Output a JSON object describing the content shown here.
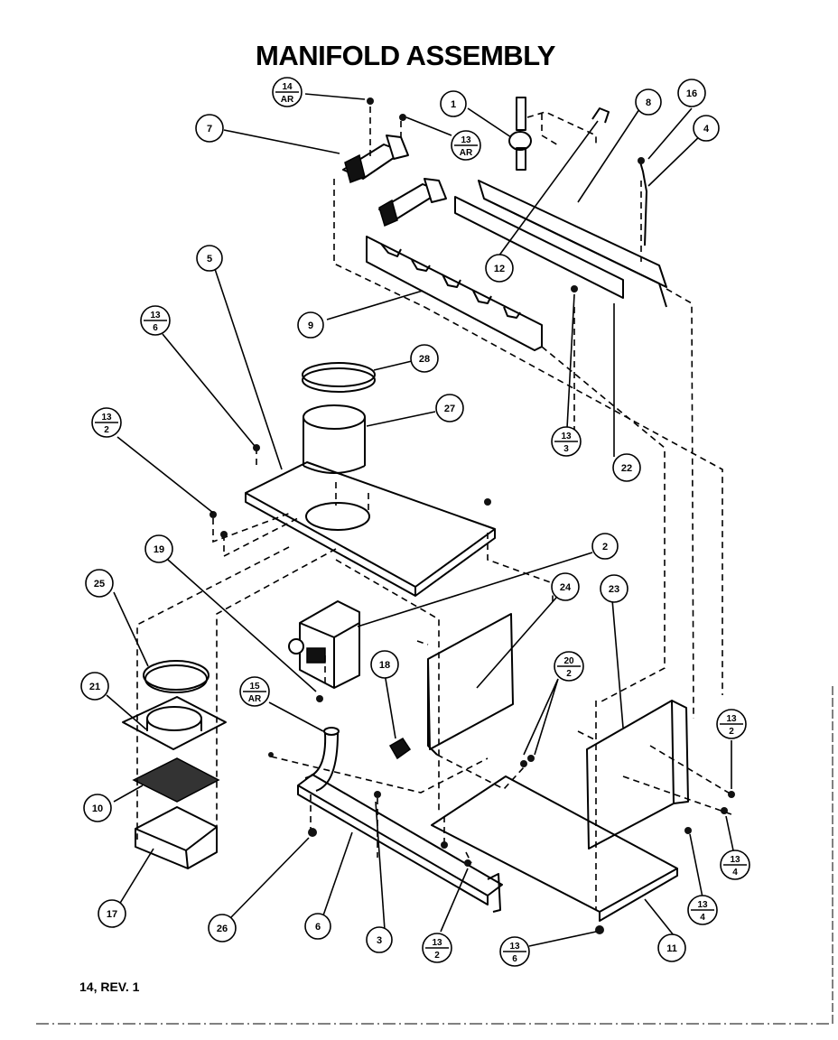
{
  "title": "MANIFOLD ASSEMBLY",
  "footer": "14, REV. 1",
  "callouts": [
    {
      "id": "c1",
      "label": "1"
    },
    {
      "id": "c2",
      "label": "2"
    },
    {
      "id": "c3",
      "label": "3"
    },
    {
      "id": "c4",
      "label": "4"
    },
    {
      "id": "c5",
      "label": "5"
    },
    {
      "id": "c6",
      "label": "6"
    },
    {
      "id": "c7",
      "label": "7"
    },
    {
      "id": "c8",
      "label": "8"
    },
    {
      "id": "c9",
      "label": "9"
    },
    {
      "id": "c10",
      "label": "10"
    },
    {
      "id": "c11",
      "label": "11"
    },
    {
      "id": "c12",
      "label": "12"
    },
    {
      "id": "c16",
      "label": "16"
    },
    {
      "id": "c17",
      "label": "17"
    },
    {
      "id": "c18",
      "label": "18"
    },
    {
      "id": "c19",
      "label": "19"
    },
    {
      "id": "c21",
      "label": "21"
    },
    {
      "id": "c22",
      "label": "22"
    },
    {
      "id": "c23",
      "label": "23"
    },
    {
      "id": "c24",
      "label": "24"
    },
    {
      "id": "c25",
      "label": "25"
    },
    {
      "id": "c26",
      "label": "26"
    },
    {
      "id": "c27",
      "label": "27"
    },
    {
      "id": "c28",
      "label": "28"
    }
  ],
  "fraction_callouts": [
    {
      "id": "f14ar",
      "top": "14",
      "bottom": "AR"
    },
    {
      "id": "f13ar",
      "top": "13",
      "bottom": "AR"
    },
    {
      "id": "f13_6a",
      "top": "13",
      "bottom": "6"
    },
    {
      "id": "f13_2a",
      "top": "13",
      "bottom": "2"
    },
    {
      "id": "f13_3",
      "top": "13",
      "bottom": "3"
    },
    {
      "id": "f15ar",
      "top": "15",
      "bottom": "AR"
    },
    {
      "id": "f20_2",
      "top": "20",
      "bottom": "2"
    },
    {
      "id": "f13_2b",
      "top": "13",
      "bottom": "2"
    },
    {
      "id": "f13_4a",
      "top": "13",
      "bottom": "4"
    },
    {
      "id": "f13_4b",
      "top": "13",
      "bottom": "4"
    },
    {
      "id": "f13_2c",
      "top": "13",
      "bottom": "2"
    },
    {
      "id": "f13_6b",
      "top": "13",
      "bottom": "6"
    }
  ]
}
